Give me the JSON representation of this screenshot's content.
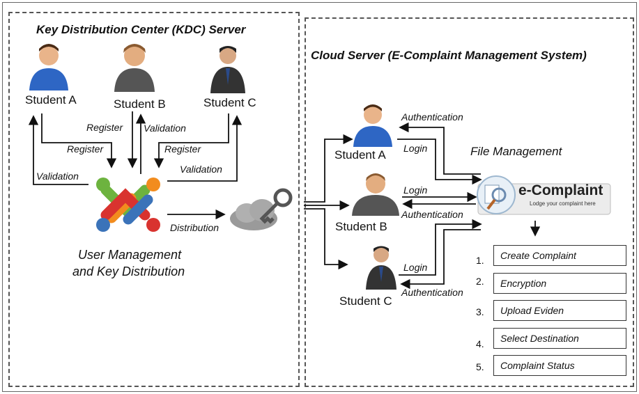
{
  "kdc": {
    "title": "Key Distribution Center (KDC) Server",
    "student_a": "Student A",
    "student_b": "Student B",
    "student_c": "Student C",
    "register_b": "Register",
    "validation_b": "Validation",
    "register_a": "Register",
    "register_c": "Register",
    "validation_a": "Validation",
    "validation_c": "Validation",
    "distribution": "Distribution",
    "caption_line1": "User Management",
    "caption_line2": "and Key Distribution"
  },
  "cloud": {
    "title": "Cloud Server (E-Complaint Management System)",
    "student_a": "Student A",
    "student_b": "Student B",
    "student_c": "Student C",
    "auth_a": "Authentication",
    "login_a": "Login",
    "login_b": "Login",
    "auth_b": "Authentication",
    "login_c": "Login",
    "auth_c": "Authentication",
    "file_management": "File Management",
    "logo_title": "e-Complaint",
    "logo_subtitle": "Lodge your complaint here",
    "steps": [
      {
        "num": "1.",
        "label": "Create Complaint"
      },
      {
        "num": "2.",
        "label": "Encryption"
      },
      {
        "num": "3.",
        "label": "Upload Eviden"
      },
      {
        "num": "4.",
        "label": "Select Destination"
      },
      {
        "num": "5.",
        "label": "Complaint Status"
      }
    ]
  }
}
